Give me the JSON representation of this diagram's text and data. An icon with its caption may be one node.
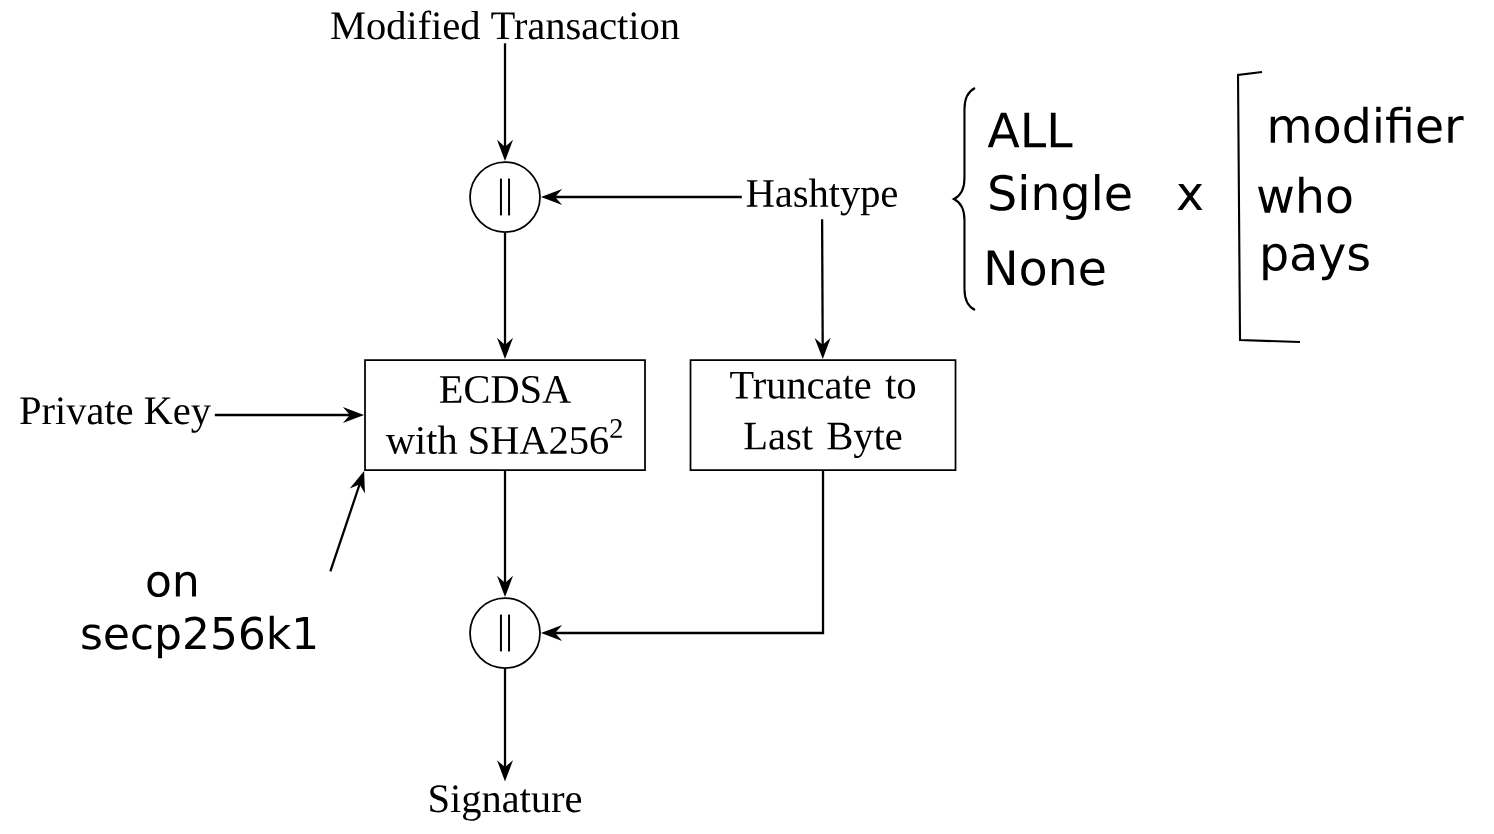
{
  "diagram": {
    "nodes": [
      {
        "text": [
          "Modified Transaction"
        ]
      },
      {
        "text": [
          "||"
        ]
      },
      {
        "text": [
          "Hashtype"
        ]
      },
      {
        "text": [
          "Private Key"
        ]
      },
      {
        "text": [
          "ECDSA with SHA256$^{2}$"
        ]
      },
      {
        "text": [
          "Truncate to Last Byte"
        ]
      },
      {
        "text": [
          "||"
        ]
      },
      {
        "text": [
          "Signature"
        ]
      },
      {
        "text": [
          "on secp256k1"
        ]
      }
    ],
    "edges": [
      {
        "from": 0,
        "to": 1,
        "arrow": "to"
      },
      {
        "from": 2,
        "to": 1,
        "arrow": "to"
      },
      {
        "from": 2,
        "to": 5,
        "arrow": "to"
      },
      {
        "from": 1,
        "to": 4,
        "arrow": "to"
      },
      {
        "from": 3,
        "to": 4,
        "arrow": "to"
      },
      {
        "from": 8,
        "to": 4,
        "arrow": "to"
      },
      {
        "from": 4,
        "to": 6,
        "arrow": "to"
      },
      {
        "from": 5,
        "to": 6,
        "arrow": "to"
      },
      {
        "from": 6,
        "to": 7,
        "arrow": "to"
      }
    ],
    "labels": [
      "ALL",
      "Single",
      "None",
      "x",
      "modifier",
      "who",
      "pays"
    ]
  }
}
